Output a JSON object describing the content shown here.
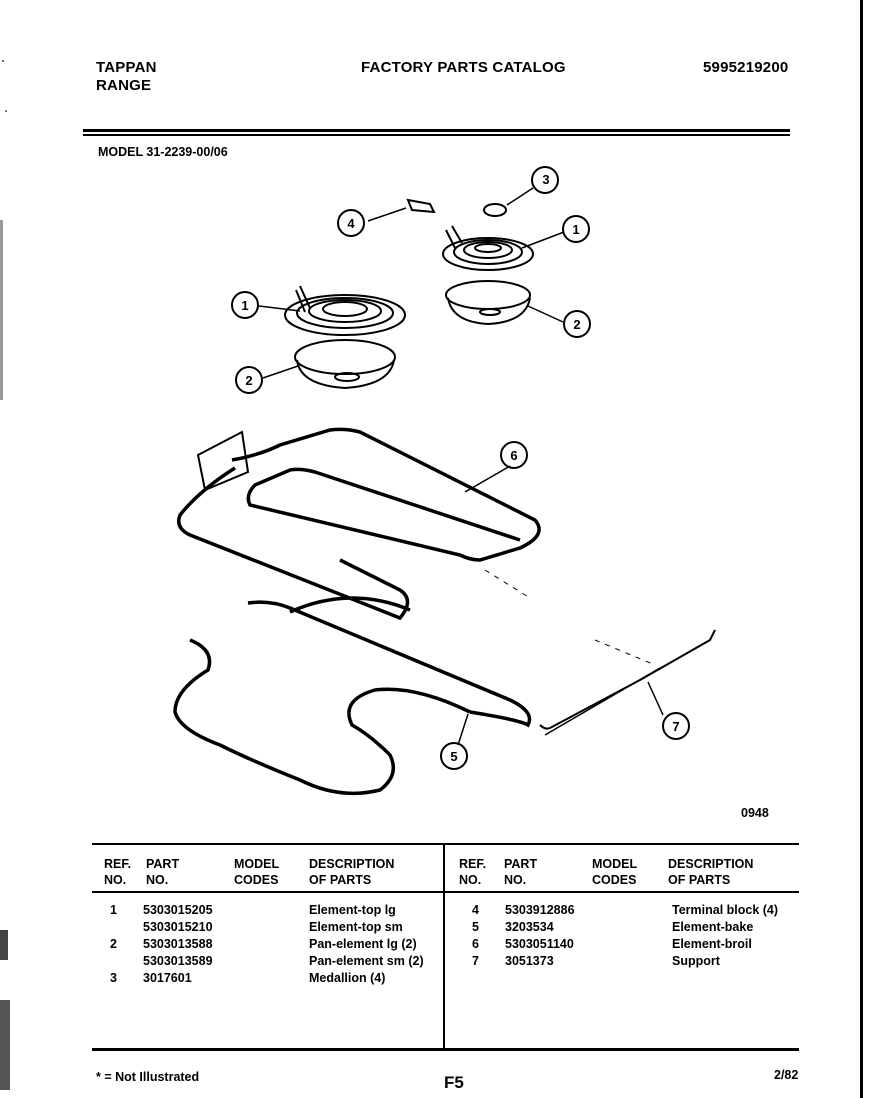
{
  "header": {
    "brand": "TAPPAN",
    "product": "RANGE",
    "catalog_title": "FACTORY PARTS CATALOG",
    "catalog_number": "5995219200"
  },
  "model_line": "MODEL 31-2239-00/06",
  "diagram": {
    "callouts": [
      "1",
      "2",
      "3",
      "4",
      "1",
      "2",
      "6",
      "5",
      "7"
    ],
    "drawing_number": "0948"
  },
  "table": {
    "headers": {
      "ref": [
        "REF.",
        "NO."
      ],
      "part": [
        "PART",
        "NO."
      ],
      "model": [
        "MODEL",
        "CODES"
      ],
      "desc": [
        "DESCRIPTION",
        "OF PARTS"
      ]
    },
    "left_rows": [
      {
        "ref": "1",
        "part": "5303015205",
        "desc": "Element-top lg"
      },
      {
        "ref": "",
        "part": "5303015210",
        "desc": "Element-top sm"
      },
      {
        "ref": "2",
        "part": "5303013588",
        "desc": "Pan-element lg (2)"
      },
      {
        "ref": "",
        "part": "5303013589",
        "desc": "Pan-element sm (2)"
      },
      {
        "ref": "3",
        "part": "3017601",
        "desc": "Medallion (4)"
      }
    ],
    "right_rows": [
      {
        "ref": "4",
        "part": "5303912886",
        "desc": "Terminal block (4)"
      },
      {
        "ref": "5",
        "part": "3203534",
        "desc": "Element-bake"
      },
      {
        "ref": "6",
        "part": "5303051140",
        "desc": "Element-broil"
      },
      {
        "ref": "7",
        "part": "3051373",
        "desc": "Support"
      }
    ]
  },
  "footer": {
    "note": "* = Not Illustrated",
    "page_code": "F5",
    "date": "2/82"
  },
  "colors": {
    "ink": "#000000",
    "paper": "#ffffff"
  }
}
